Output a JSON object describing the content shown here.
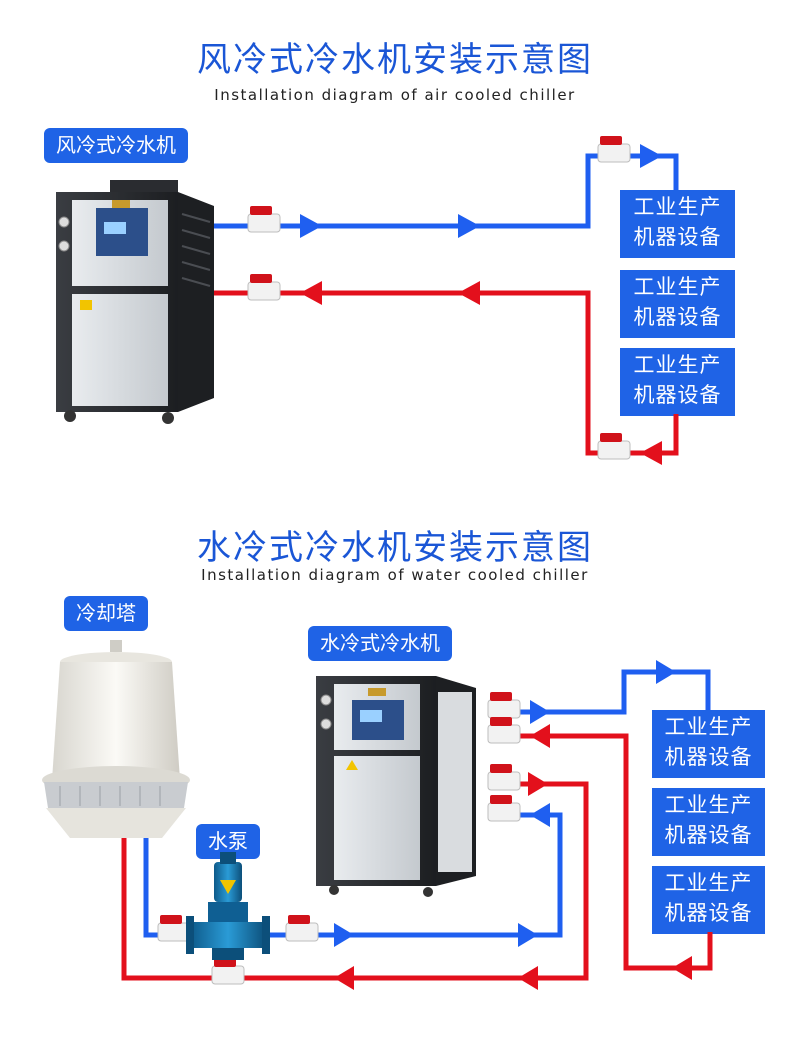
{
  "section1": {
    "title": "风冷式冷水机安装示意图",
    "subtitle": "Installation diagram of air cooled chiller",
    "chiller_label": "风冷式冷水机",
    "equipment": [
      {
        "line1": "工业生产",
        "line2": "机器设备"
      },
      {
        "line1": "工业生产",
        "line2": "机器设备"
      },
      {
        "line1": "工业生产",
        "line2": "机器设备"
      }
    ]
  },
  "section2": {
    "title": "水冷式冷水机安装示意图",
    "subtitle": "Installation diagram of water cooled chiller",
    "tower_label": "冷却塔",
    "pump_label": "水泵",
    "chiller_label": "水冷式冷水机",
    "equipment": [
      {
        "line1": "工业生产",
        "line2": "机器设备"
      },
      {
        "line1": "工业生产",
        "line2": "机器设备"
      },
      {
        "line1": "工业生产",
        "line2": "机器设备"
      }
    ]
  },
  "colors": {
    "supply_pipe": "#1f5ff0",
    "return_pipe": "#e3101c",
    "accent": "#1f63e6"
  }
}
